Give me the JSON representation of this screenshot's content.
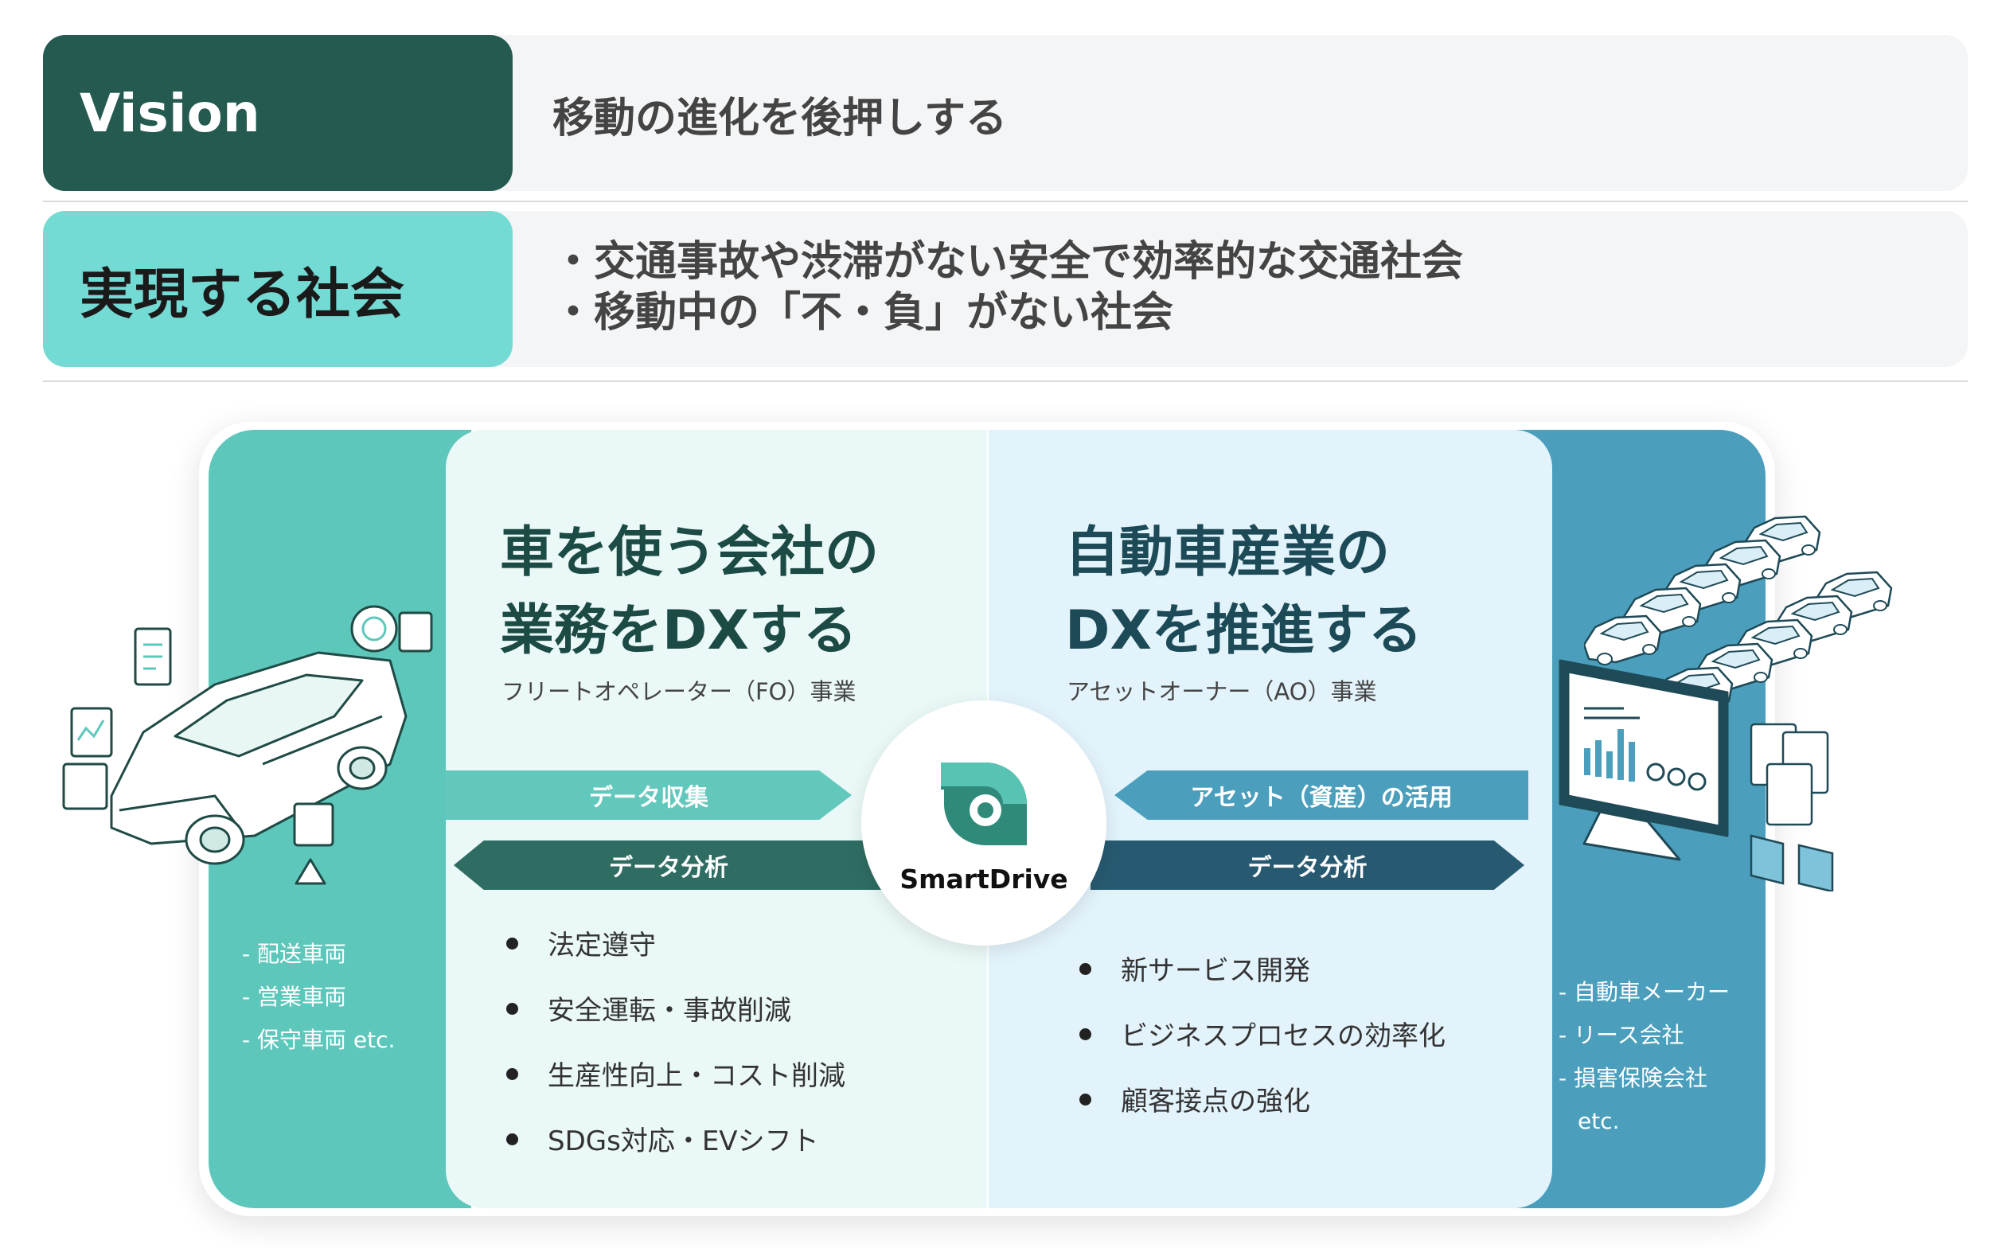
{
  "vision": {
    "label": "Vision",
    "text": "移動の進化を後押しする"
  },
  "society": {
    "label": "実現する社会",
    "lines": [
      "・交通事故や渋滞がない安全で効率的な交通社会",
      "・移動中の「不・負」がない社会"
    ]
  },
  "left": {
    "heading": [
      "車を使う会社の",
      "業務をDXする"
    ],
    "subheading": "フリートオペレーター（FO）事業",
    "arrow_top": "データ収集",
    "arrow_bottom": "データ分析",
    "bullets": [
      "法定遵守",
      "安全運転・事故削減",
      "生産性向上・コスト削減",
      "SDGs対応・EVシフト"
    ],
    "targets": [
      "- 配送車両",
      "- 営業車両",
      "- 保守車両 etc."
    ]
  },
  "right": {
    "heading": [
      "自動車産業の",
      "DXを推進する"
    ],
    "subheading": "アセットオーナー（AO）事業",
    "arrow_top": "アセット（資産）の活用",
    "arrow_bottom": "データ分析",
    "bullets": [
      "新サービス開発",
      "ビジネスプロセスの効率化",
      "顧客接点の強化"
    ],
    "targets": [
      "- 自動車メーカー",
      "- リース会社",
      "- 損害保険会社",
      "etc."
    ]
  },
  "logo": {
    "name": "SmartDrive"
  },
  "colors": {
    "vision_bg": "#245a50",
    "society_bg": "#74dad4",
    "fo_teal": "#5ec7bb",
    "ao_blue": "#4b9fbc",
    "arrow_fo_collect": "#62c8bc",
    "arrow_fo_analyze": "#2f6d63",
    "arrow_ao_asset": "#4b9fbc",
    "arrow_ao_analyze": "#275a70"
  },
  "icons": [
    "car-illustration",
    "monitor-illustration",
    "fleet-cars-illustration",
    "smartdrive-logo-icon"
  ]
}
